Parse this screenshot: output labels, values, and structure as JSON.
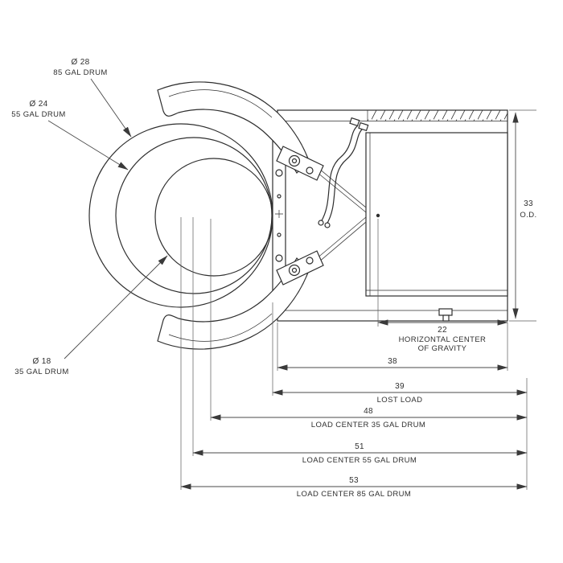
{
  "callouts": {
    "drum85": {
      "diameter": "Ø 28",
      "label": "85 GAL DRUM"
    },
    "drum55": {
      "diameter": "Ø 24",
      "label": "55 GAL DRUM"
    },
    "drum35": {
      "diameter": "Ø 18",
      "label": "35 GAL DRUM"
    }
  },
  "dimensions": {
    "od": {
      "value": "33",
      "label": "O.D."
    },
    "cog": {
      "value": "22",
      "label_line1": "HORIZONTAL CENTER",
      "label_line2": "OF GRAVITY"
    },
    "frame_width": {
      "value": "38"
    },
    "lost_load": {
      "value": "39",
      "label": "LOST LOAD"
    },
    "load_center_35": {
      "value": "48",
      "label": "LOAD CENTER 35 GAL DRUM"
    },
    "load_center_55": {
      "value": "51",
      "label": "LOAD CENTER 55 GAL DRUM"
    },
    "load_center_85": {
      "value": "53",
      "label": "LOAD CENTER 85 GAL DRUM"
    }
  }
}
